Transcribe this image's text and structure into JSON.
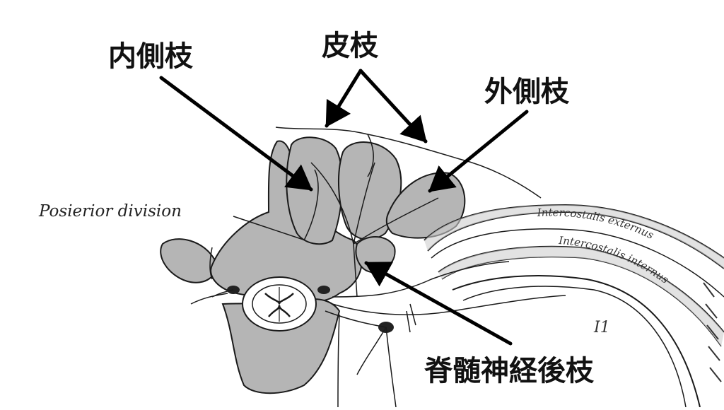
{
  "labels": {
    "medial_branch": "内側枝",
    "cutaneous_branch": "皮枝",
    "lateral_branch": "外側枝",
    "posterior_ramus": "脊髄神経後枝"
  },
  "figure_text": {
    "posterior_division": "Posierior division",
    "intercostalis_externus": "Intercostalis externus",
    "intercostalis_internus": "Intercostalis internus",
    "partial_margin_text": "I1"
  },
  "colors": {
    "muscle_fill": "#b5b5b5",
    "ink": "#1a1a1a",
    "arrow": "#000000"
  }
}
